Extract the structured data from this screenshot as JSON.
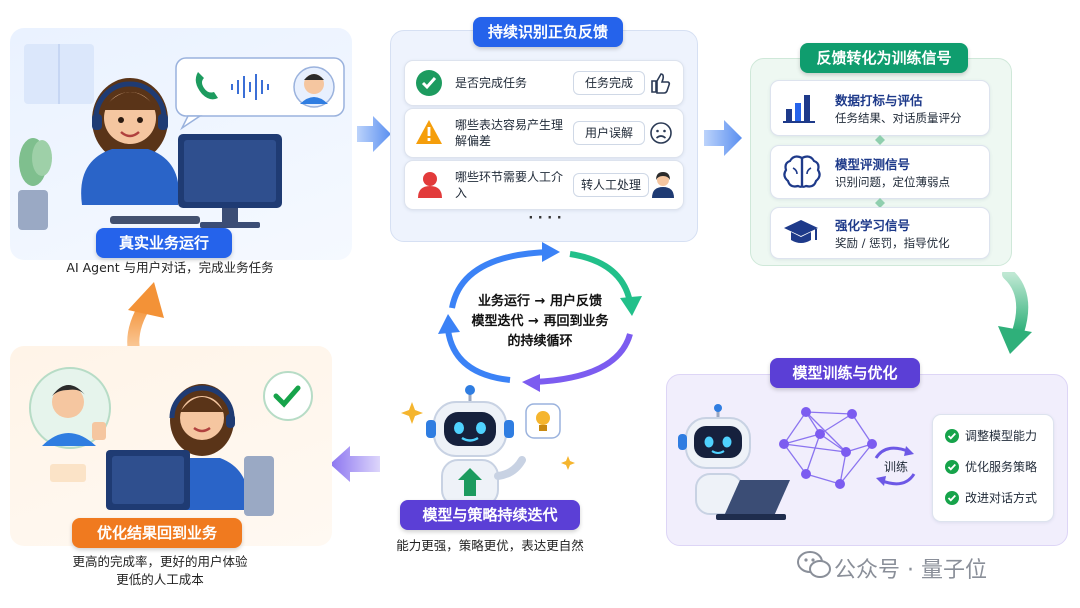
{
  "top_left": {
    "title": "真实业务运行",
    "caption": "AI Agent 与用户对话，完成业务任务"
  },
  "identify": {
    "title": "持续识别正负反馈",
    "rows": [
      {
        "text": "是否完成任务",
        "tag": "任务完成"
      },
      {
        "text": "哪些表达容易产生理解偏差",
        "tag": "用户误解"
      },
      {
        "text": "哪些环节需要人工介入",
        "tag": "转人工处理"
      }
    ],
    "ellipsis": "· · · ·"
  },
  "signals": {
    "title": "反馈转化为训练信号",
    "items": [
      {
        "title": "数据打标与评估",
        "sub": "任务结果、对话质量评分"
      },
      {
        "title": "模型评测信号",
        "sub": "识别问题，定位薄弱点"
      },
      {
        "title": "强化学习信号",
        "sub": "奖励 / 惩罚，指导优化"
      }
    ]
  },
  "cycle": {
    "line1": "业务运行 → 用户反馈",
    "line2": "模型迭代 → 再回到业务",
    "line3": "的持续循环"
  },
  "iterate": {
    "title": "模型与策略持续迭代",
    "caption": "能力更强，策略更优，表达更自然"
  },
  "training": {
    "title": "模型训练与优化",
    "train_label": "训练",
    "checks": [
      "调整模型能力",
      "优化服务策略",
      "改进对话方式"
    ]
  },
  "result": {
    "title": "优化结果回到业务",
    "caption_line1": "更高的完成率，更好的用户体验",
    "caption_line2": "更低的人工成本"
  },
  "watermark": "公众号 · 量子位",
  "colors": {
    "blue": "#2563eb",
    "green": "#0f9d6e",
    "purple": "#5b3fd6",
    "orange": "#f07a1f",
    "check_green": "#16a34a"
  }
}
